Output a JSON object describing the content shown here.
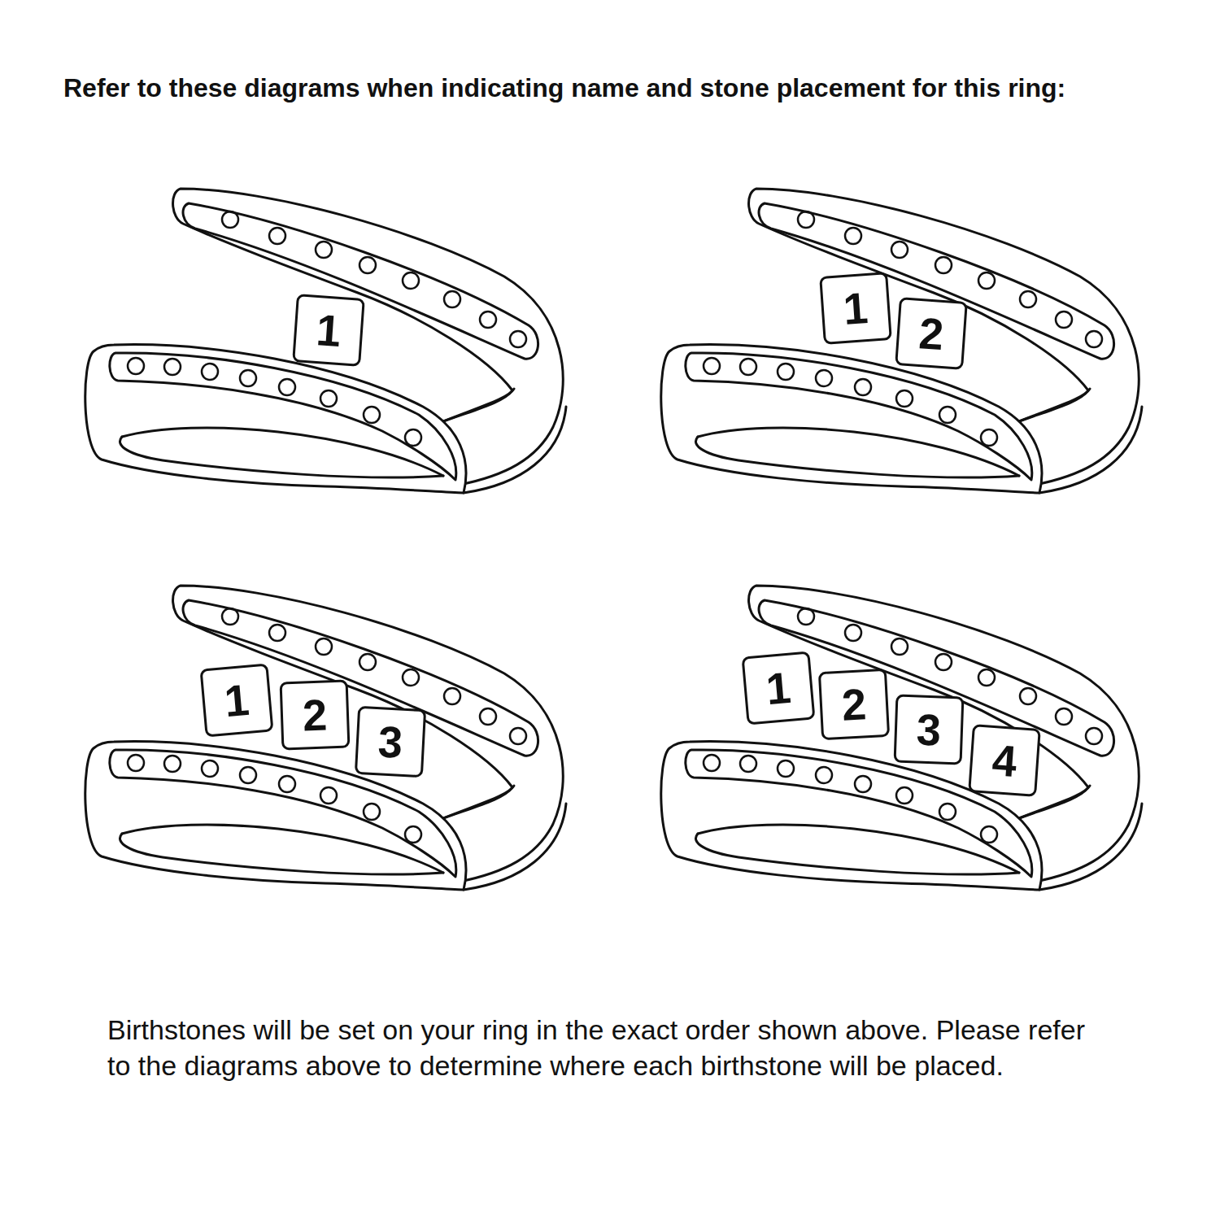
{
  "diagram": {
    "title": "Refer to these diagrams when indicating name and stone placement for this ring:",
    "caption": "Birthstones will be set on your ring in the exact order shown above. Please refer to the diagrams above to determine where each birthstone will be placed.",
    "nodes": [
      {
        "text": [
          "1"
        ]
      },
      {
        "text": [
          "1"
        ]
      },
      {
        "text": [
          "2"
        ]
      },
      {
        "text": [
          "1"
        ]
      },
      {
        "text": [
          "2"
        ]
      },
      {
        "text": [
          "3"
        ]
      },
      {
        "text": [
          "1"
        ]
      },
      {
        "text": [
          "2"
        ]
      },
      {
        "text": [
          "3"
        ]
      },
      {
        "text": [
          "4"
        ]
      }
    ]
  }
}
